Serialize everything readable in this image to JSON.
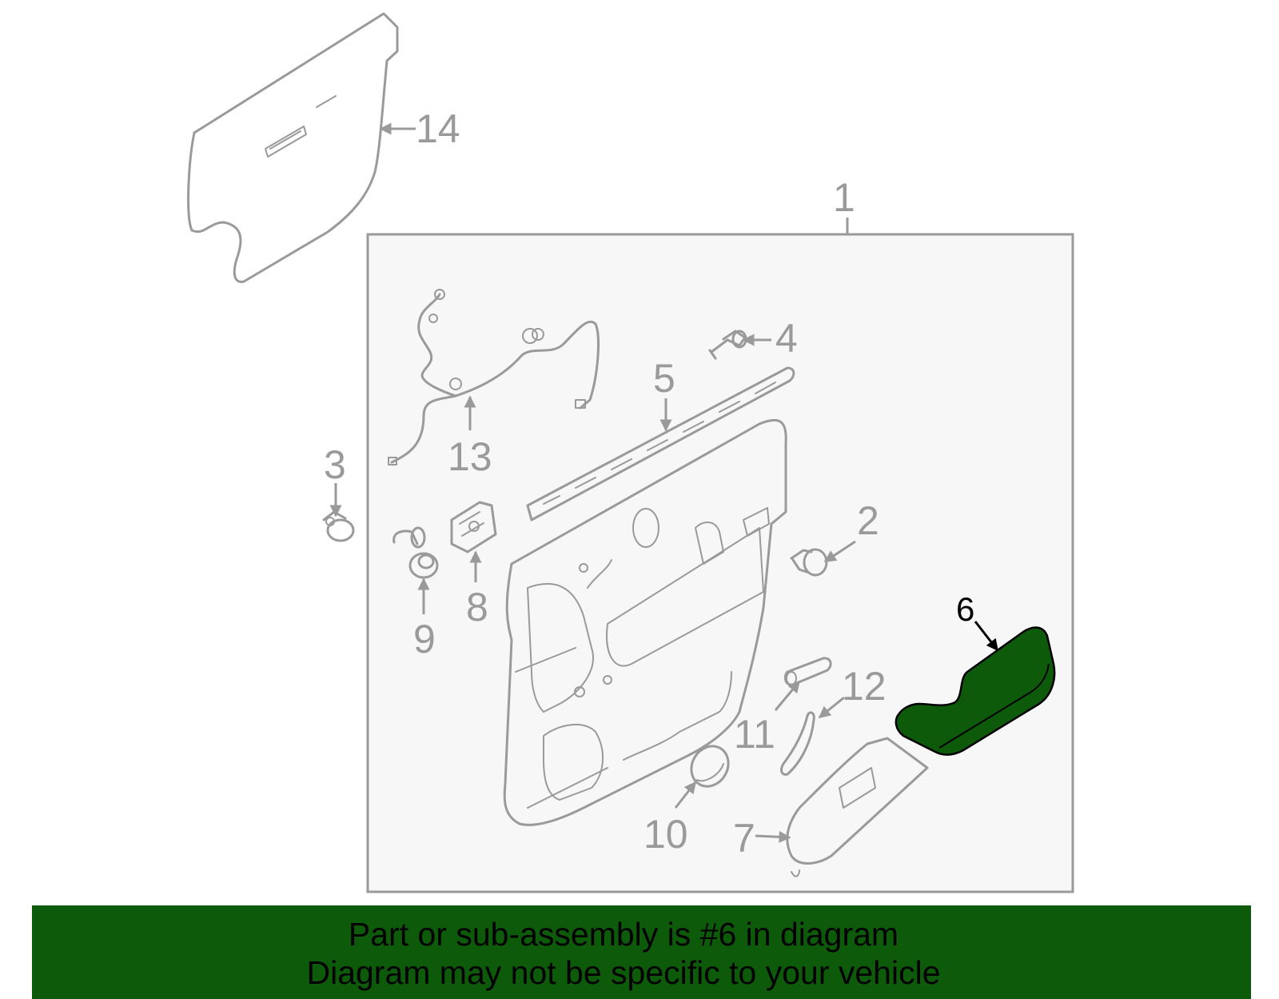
{
  "diagram": {
    "callouts": {
      "p1": "1",
      "p2": "2",
      "p3": "3",
      "p4": "4",
      "p5": "5",
      "p6": "6",
      "p7": "7",
      "p8": "8",
      "p9": "9",
      "p10": "10",
      "p11": "11",
      "p12": "12",
      "p13": "13",
      "p14": "14"
    },
    "highlight_part": "6",
    "colors": {
      "line_gray": "#9a9a9a",
      "panel_fill": "#f7f7f7",
      "highlight_green": "#0e5a0b",
      "banner_green": "#0e5a0b"
    }
  },
  "banner": {
    "line1": "Part or sub-assembly is #6 in diagram",
    "line2": "Diagram may not be specific to your vehicle"
  }
}
